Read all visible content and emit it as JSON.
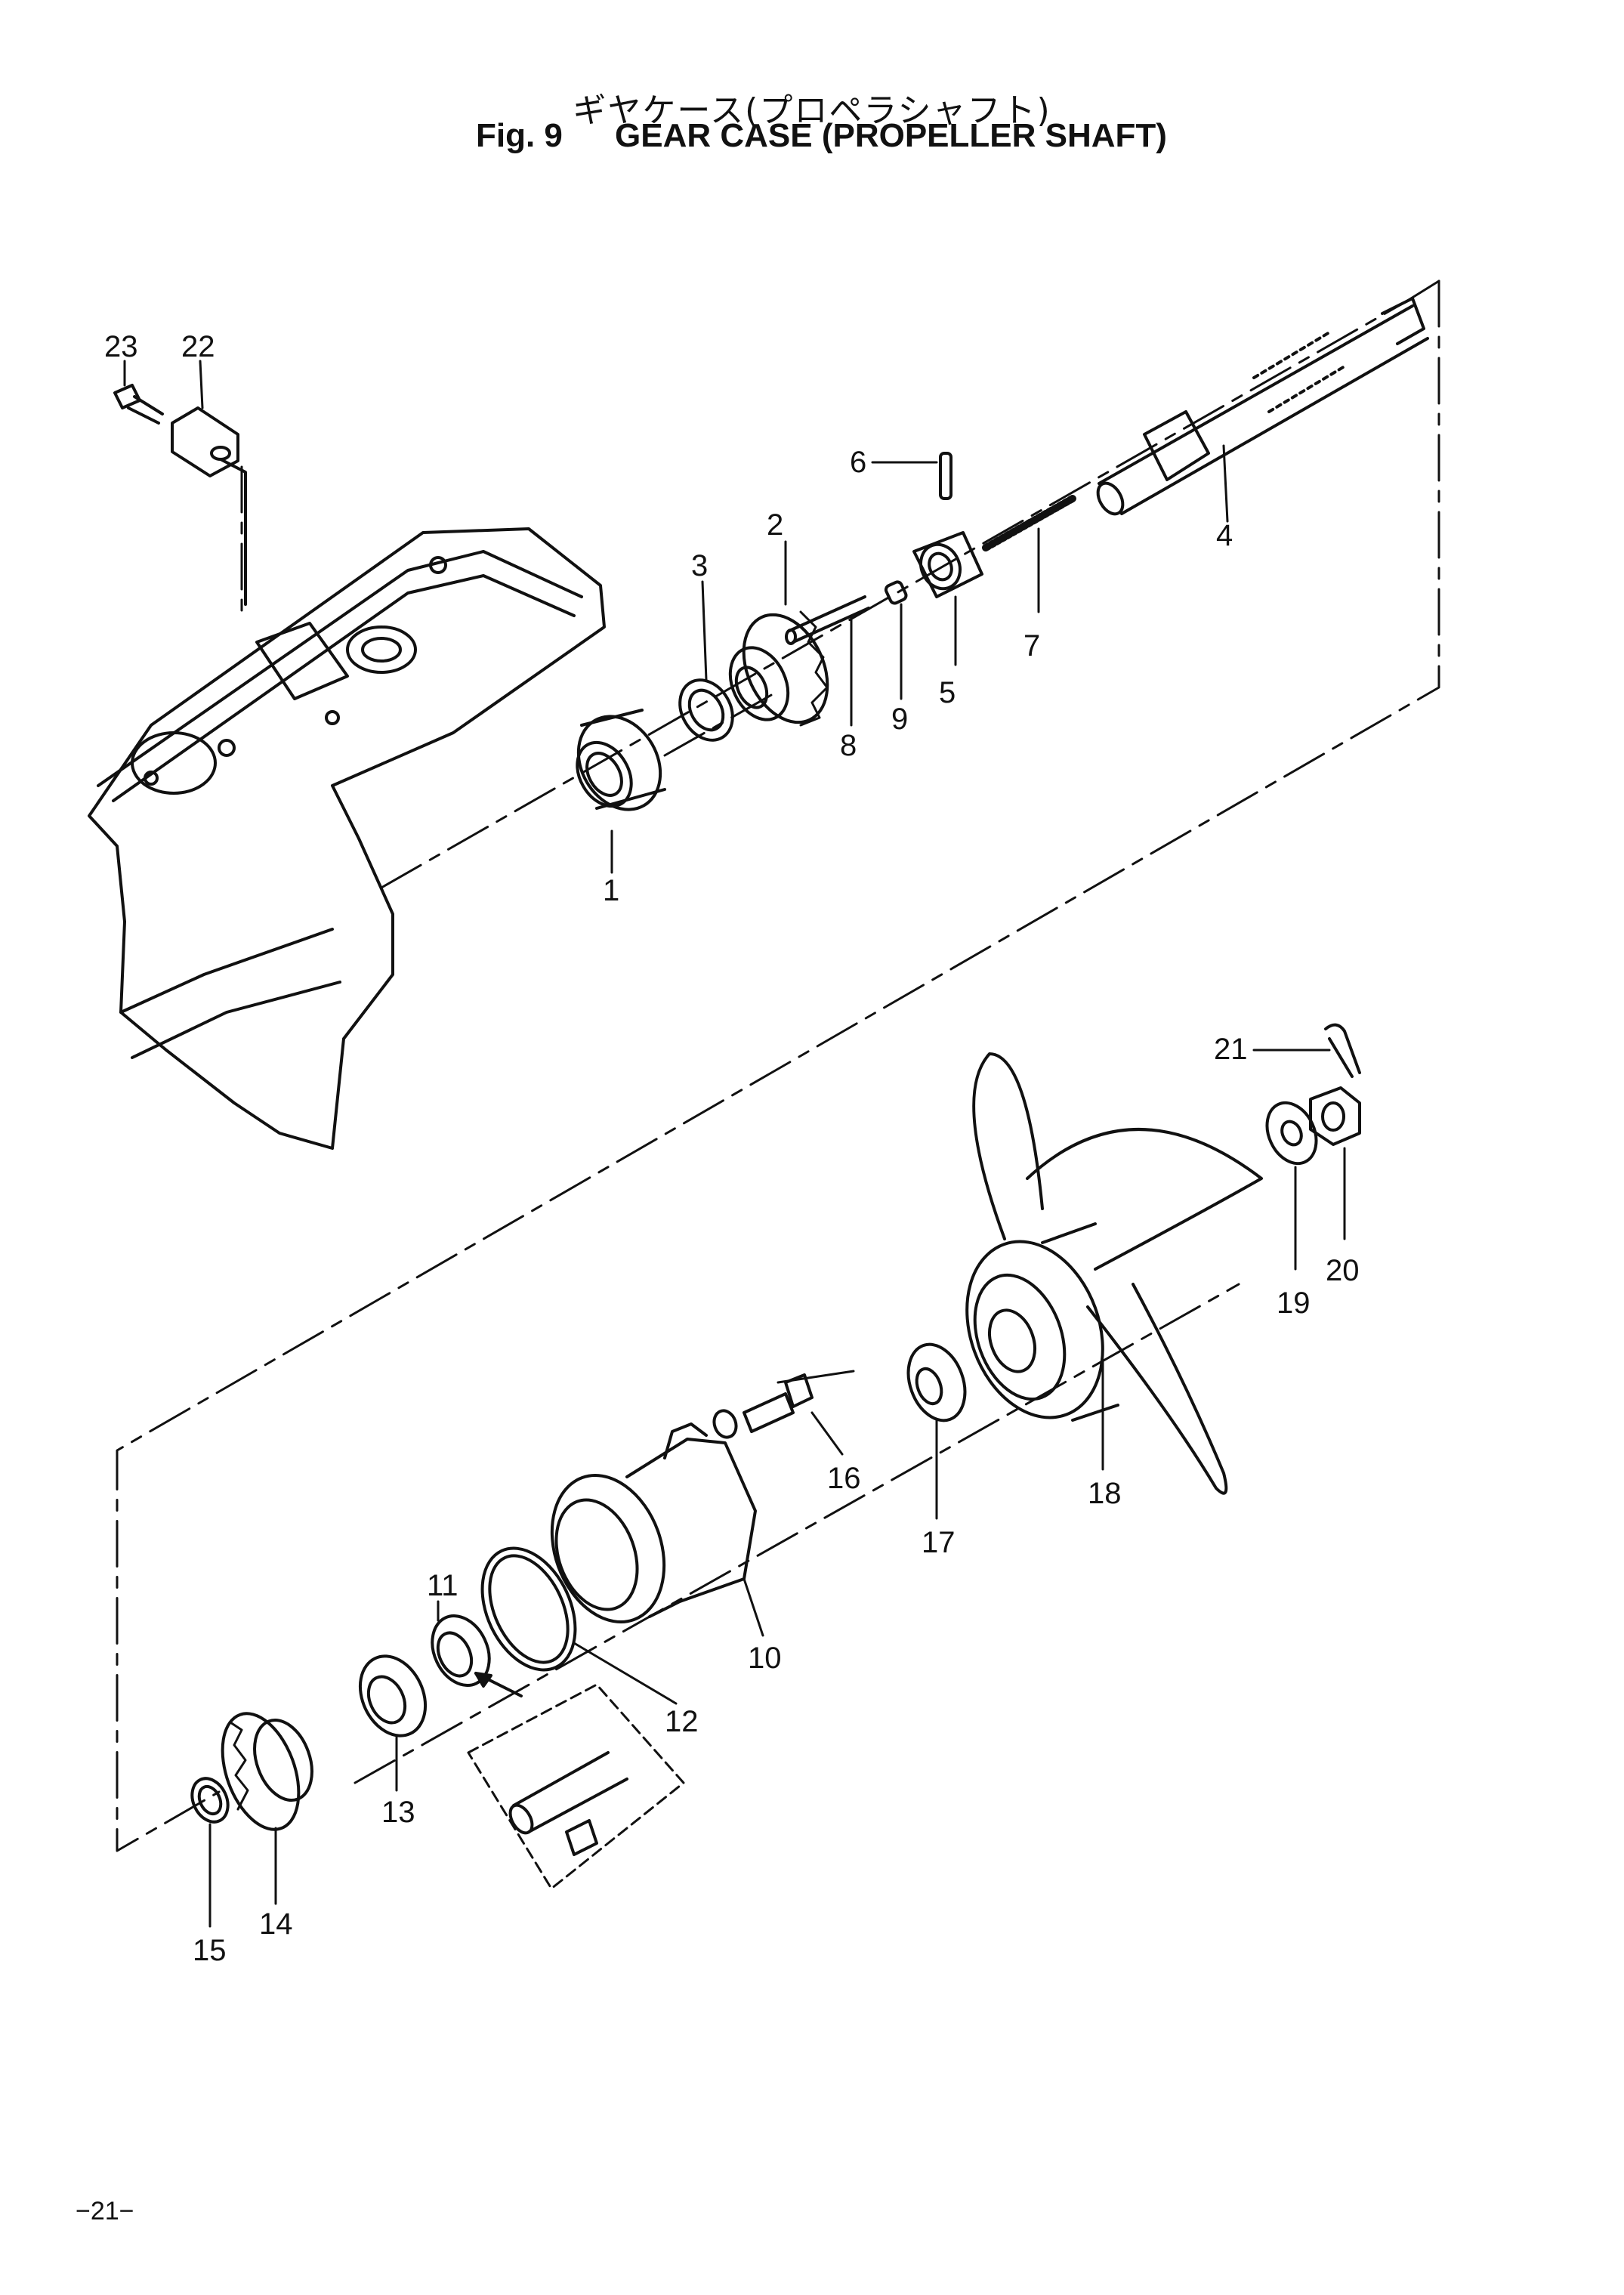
{
  "header": {
    "title_jp": "ギヤケース(プロペラシャフト)",
    "fig_label": "Fig. 9",
    "title_en": "GEAR CASE (PROPELLER SHAFT)"
  },
  "callouts": [
    "1",
    "2",
    "3",
    "4",
    "5",
    "6",
    "7",
    "8",
    "9",
    "10",
    "11",
    "12",
    "13",
    "14",
    "15",
    "16",
    "17",
    "18",
    "19",
    "20",
    "21",
    "22",
    "23"
  ],
  "page_number": "−21−"
}
